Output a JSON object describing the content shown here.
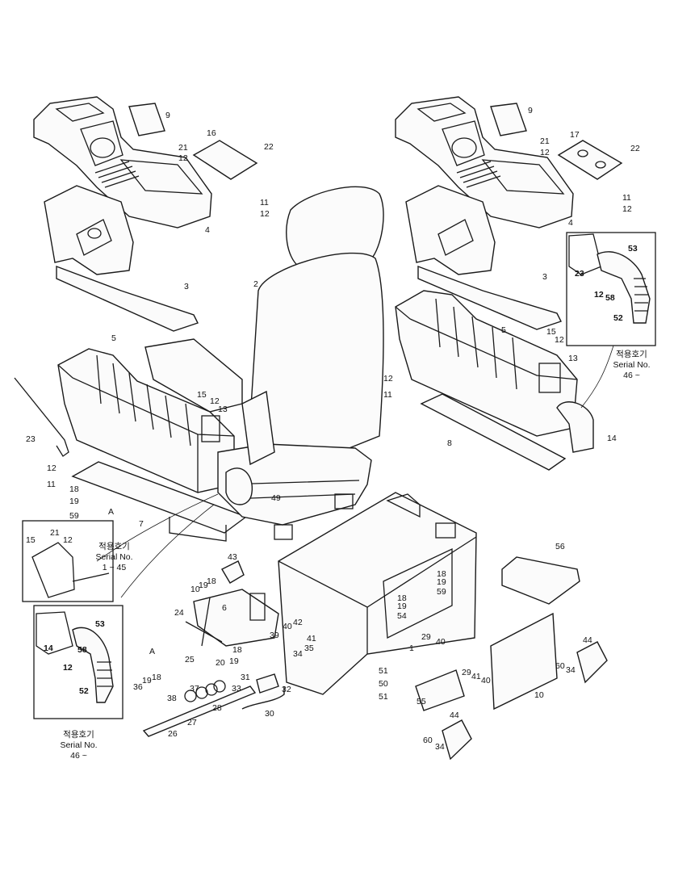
{
  "callouts": [
    {
      "id": "c9a",
      "text": "9"
    },
    {
      "id": "c16",
      "text": "16"
    },
    {
      "id": "c21a",
      "text": "21"
    },
    {
      "id": "c12a",
      "text": "12"
    },
    {
      "id": "c22a",
      "text": "22"
    },
    {
      "id": "c11a",
      "text": "11"
    },
    {
      "id": "c12b",
      "text": "12"
    },
    {
      "id": "c4a",
      "text": "4"
    },
    {
      "id": "c3a",
      "text": "3"
    },
    {
      "id": "c2",
      "text": "2"
    },
    {
      "id": "c5a",
      "text": "5"
    },
    {
      "id": "c15a",
      "text": "15"
    },
    {
      "id": "c12c",
      "text": "12"
    },
    {
      "id": "c13a",
      "text": "13"
    },
    {
      "id": "c23a",
      "text": "23"
    },
    {
      "id": "c12d",
      "text": "12"
    },
    {
      "id": "c11b",
      "text": "11"
    },
    {
      "id": "c18a",
      "text": "18"
    },
    {
      "id": "c19a",
      "text": "19"
    },
    {
      "id": "c59a",
      "text": "59"
    },
    {
      "id": "c7",
      "text": "7"
    },
    {
      "id": "cA1",
      "text": "A"
    },
    {
      "id": "c49",
      "text": "49"
    },
    {
      "id": "c9b",
      "text": "9"
    },
    {
      "id": "c17",
      "text": "17"
    },
    {
      "id": "c21b",
      "text": "21"
    },
    {
      "id": "c12e",
      "text": "12"
    },
    {
      "id": "c22b",
      "text": "22"
    },
    {
      "id": "c11c",
      "text": "11"
    },
    {
      "id": "c12f",
      "text": "12"
    },
    {
      "id": "c4b",
      "text": "4"
    },
    {
      "id": "c3b",
      "text": "3"
    },
    {
      "id": "c5b",
      "text": "5"
    },
    {
      "id": "c15b",
      "text": "15"
    },
    {
      "id": "c12g",
      "text": "12"
    },
    {
      "id": "c13b",
      "text": "13"
    },
    {
      "id": "c12h",
      "text": "12"
    },
    {
      "id": "c11d",
      "text": "11"
    },
    {
      "id": "c8",
      "text": "8"
    },
    {
      "id": "c14a",
      "text": "14"
    },
    {
      "id": "c53a",
      "text": "53",
      "bold": true
    },
    {
      "id": "c23b",
      "text": "23",
      "bold": true
    },
    {
      "id": "c12i",
      "text": "12",
      "bold": true
    },
    {
      "id": "c58a",
      "text": "58",
      "bold": true
    },
    {
      "id": "c52a",
      "text": "52",
      "bold": true
    },
    {
      "id": "c15c",
      "text": "15"
    },
    {
      "id": "c21c",
      "text": "21"
    },
    {
      "id": "c12j",
      "text": "12"
    },
    {
      "id": "c53b",
      "text": "53",
      "bold": true
    },
    {
      "id": "c14b",
      "text": "14",
      "bold": true
    },
    {
      "id": "c12k",
      "text": "12",
      "bold": true
    },
    {
      "id": "c58b",
      "text": "58",
      "bold": true
    },
    {
      "id": "c52b",
      "text": "52",
      "bold": true
    },
    {
      "id": "c43",
      "text": "43"
    },
    {
      "id": "c10a",
      "text": "10"
    },
    {
      "id": "c19b",
      "text": "19"
    },
    {
      "id": "c18b",
      "text": "18"
    },
    {
      "id": "c6",
      "text": "6"
    },
    {
      "id": "c24",
      "text": "24"
    },
    {
      "id": "c18c",
      "text": "18"
    },
    {
      "id": "c19c",
      "text": "19"
    },
    {
      "id": "c20",
      "text": "20"
    },
    {
      "id": "cA2",
      "text": "A"
    },
    {
      "id": "c25",
      "text": "25"
    },
    {
      "id": "c36",
      "text": "36"
    },
    {
      "id": "c19d",
      "text": "19"
    },
    {
      "id": "c18d",
      "text": "18"
    },
    {
      "id": "c38",
      "text": "38"
    },
    {
      "id": "c37",
      "text": "37"
    },
    {
      "id": "c27",
      "text": "27"
    },
    {
      "id": "c28",
      "text": "28"
    },
    {
      "id": "c26",
      "text": "26"
    },
    {
      "id": "c39",
      "text": "39"
    },
    {
      "id": "c40a",
      "text": "40"
    },
    {
      "id": "c42",
      "text": "42"
    },
    {
      "id": "c41a",
      "text": "41"
    },
    {
      "id": "c34a",
      "text": "34"
    },
    {
      "id": "c35",
      "text": "35"
    },
    {
      "id": "c31",
      "text": "31"
    },
    {
      "id": "c33",
      "text": "33"
    },
    {
      "id": "c32",
      "text": "32"
    },
    {
      "id": "c30",
      "text": "30"
    },
    {
      "id": "c1",
      "text": "1"
    },
    {
      "id": "c51a",
      "text": "51"
    },
    {
      "id": "c50",
      "text": "50"
    },
    {
      "id": "c51b",
      "text": "51"
    },
    {
      "id": "c18e",
      "text": "18"
    },
    {
      "id": "c19e",
      "text": "19"
    },
    {
      "id": "c54",
      "text": "54"
    },
    {
      "id": "c18f",
      "text": "18"
    },
    {
      "id": "c19f",
      "text": "19"
    },
    {
      "id": "c59b",
      "text": "59"
    },
    {
      "id": "c56",
      "text": "56"
    },
    {
      "id": "c29a",
      "text": "29"
    },
    {
      "id": "c40b",
      "text": "40"
    },
    {
      "id": "c29b",
      "text": "29"
    },
    {
      "id": "c41b",
      "text": "41"
    },
    {
      "id": "c40c",
      "text": "40"
    },
    {
      "id": "c55",
      "text": "55"
    },
    {
      "id": "c10b",
      "text": "10"
    },
    {
      "id": "c44a",
      "text": "44"
    },
    {
      "id": "c60a",
      "text": "60"
    },
    {
      "id": "c34b",
      "text": "34"
    },
    {
      "id": "c44b",
      "text": "44"
    },
    {
      "id": "c60b",
      "text": "60"
    },
    {
      "id": "c34c",
      "text": "34"
    }
  ],
  "notes": {
    "right_top": {
      "line1": "적용호기",
      "line2": "Serial No.",
      "line3": "46 ~"
    },
    "left_mid": {
      "line1": "적용호기",
      "line2": "Serial No.",
      "line3": "1 ~ 45"
    },
    "left_bottom": {
      "line1": "적용호기",
      "line2": "Serial No.",
      "line3": "46 ~"
    }
  }
}
